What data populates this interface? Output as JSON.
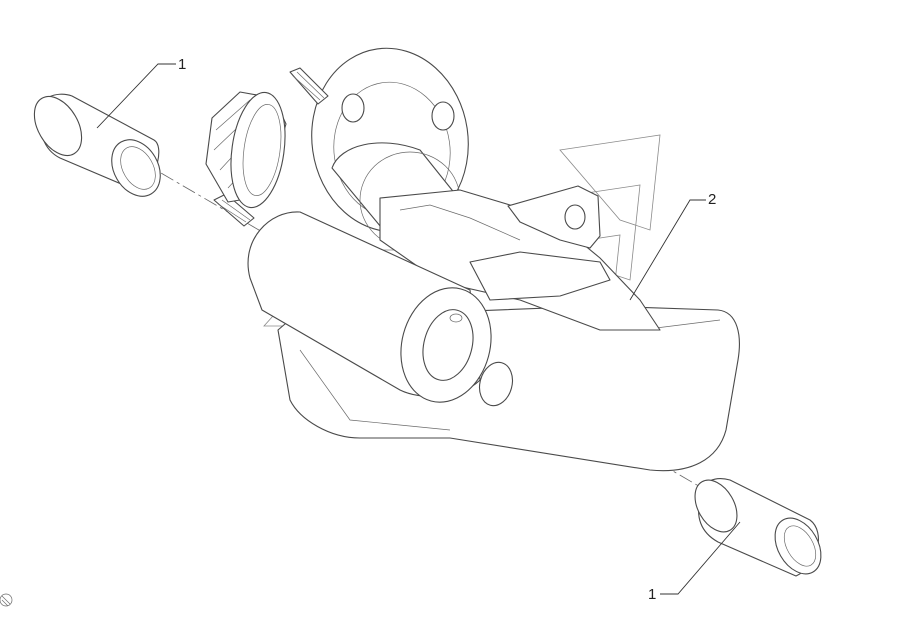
{
  "diagram": {
    "callouts": [
      {
        "id": "callout-1-top",
        "label": "1"
      },
      {
        "id": "callout-2",
        "label": "2"
      },
      {
        "id": "callout-1-bottom",
        "label": "1"
      }
    ]
  },
  "colors": {
    "line": "#4a4a4a",
    "watermark": "#8a8a8a",
    "background": "#ffffff"
  }
}
